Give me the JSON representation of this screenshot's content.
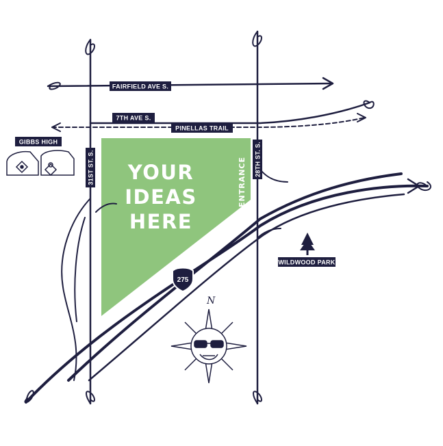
{
  "colors": {
    "ink": "#1e1e3f",
    "site": "#8fc57d",
    "label_text": "#ffffff"
  },
  "site": {
    "lines": [
      "YOUR",
      "IDEAS",
      "HERE"
    ],
    "entrance": "ENTRANCE"
  },
  "streets": {
    "fairfield": "FAIRFIELD AVE S.",
    "seventh": "7TH AVE S.",
    "pinellas": "PINELLAS TRAIL",
    "thirty_first": "31ST ST. S.",
    "twenty_eighth": "28TH ST. S."
  },
  "landmarks": {
    "gibbs": "GIBBS HIGH",
    "wildwood": "WILDWOOD PARK"
  },
  "highway": {
    "number": "275"
  },
  "compass": {
    "north": "N",
    "icon": "sun-face-with-sunglasses"
  }
}
